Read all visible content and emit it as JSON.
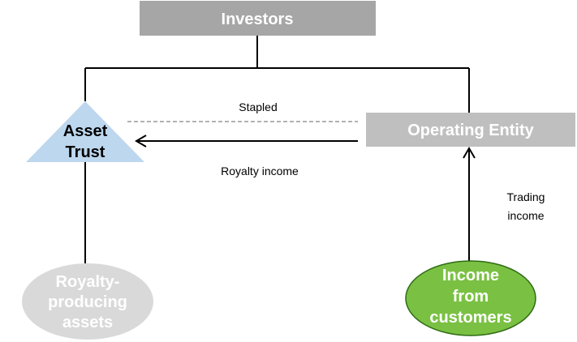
{
  "nodes": {
    "investors": {
      "label": "Investors",
      "fill": "#a6a6a6",
      "text_color": "#ffffff"
    },
    "asset_trust": {
      "label_line1": "Asset",
      "label_line2": "Trust",
      "fill": "#bdd7ee",
      "text_color": "#000000"
    },
    "operating_entity": {
      "label": "Operating Entity",
      "fill": "#bfbfbf",
      "text_color": "#ffffff"
    },
    "royalty_assets": {
      "label_line1": "Royalty-",
      "label_line2": "producing",
      "label_line3": "assets",
      "fill": "#d9d9d9",
      "text_color": "#ffffff"
    },
    "income_customers": {
      "label_line1": "Income",
      "label_line2": "from",
      "label_line3": "customers",
      "fill": "#7ac143",
      "stroke": "#2e6b14",
      "text_color": "#ffffff"
    }
  },
  "edges": {
    "stapled": {
      "label": "Stapled",
      "style": "dashed"
    },
    "royalty_income": {
      "label": "Royalty income"
    },
    "trading_income": {
      "label_line1": "Trading",
      "label_line2": "income"
    }
  }
}
